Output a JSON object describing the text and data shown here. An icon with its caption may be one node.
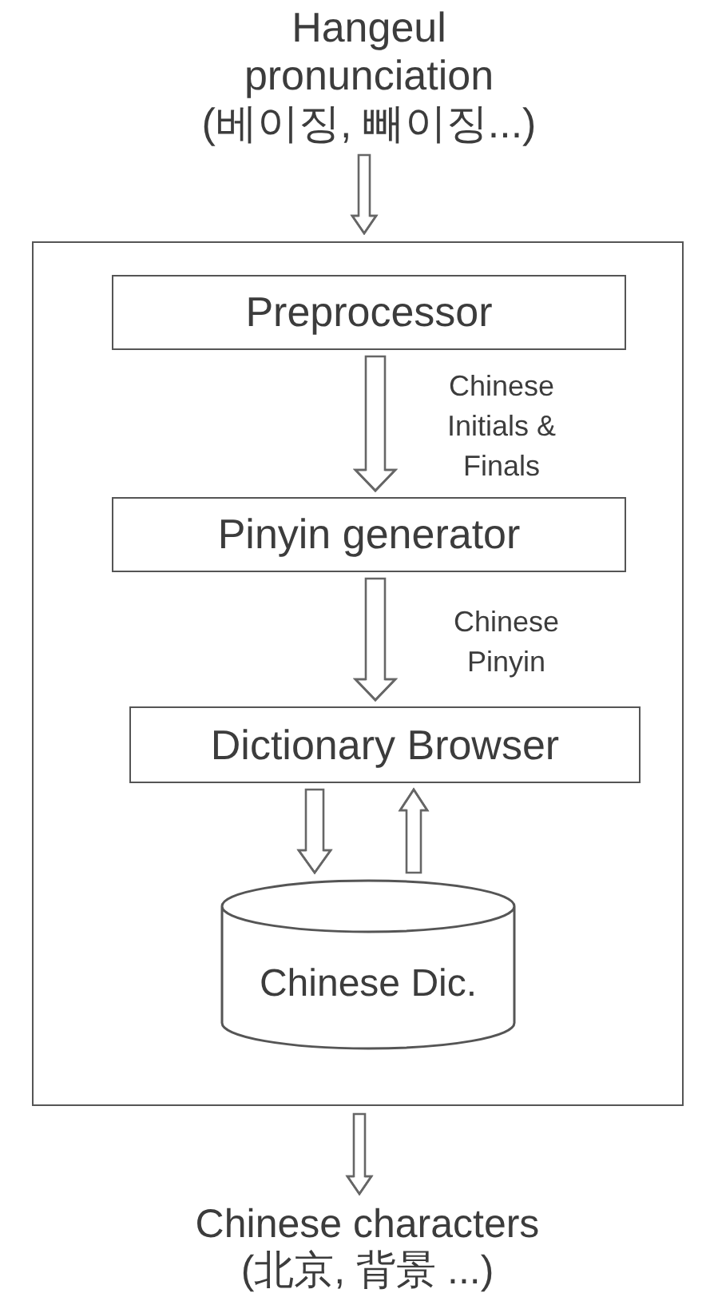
{
  "diagram": {
    "nodes": [
      {
        "text": [
          "Hangeul pronunciation",
          "(베이징, 빼이징...)"
        ]
      },
      {
        "text": [],
        "shape": "box"
      },
      {
        "text": [
          "Preprocessor"
        ],
        "in": 1
      },
      {
        "text": [
          "Pinyin generator"
        ],
        "in": 1
      },
      {
        "text": [
          "Dictionary Browser"
        ],
        "in": 1
      },
      {
        "text": [
          "Chinese Dic."
        ],
        "in": 1
      },
      {
        "text": [
          "Chinese characters",
          "(北京, 背景 ...)"
        ]
      }
    ],
    "edges": [
      {
        "from": 0,
        "to": 1,
        "arrow": "to"
      },
      {
        "from": 2,
        "to": 3,
        "arrow": "to",
        "label": "Chinese Initials & Finals"
      },
      {
        "from": 3,
        "to": 4,
        "arrow": "to",
        "label": "Chinese Pinyin"
      },
      {
        "from": 4,
        "to": 5,
        "arrow": "to"
      },
      {
        "from": 5,
        "to": 4,
        "arrow": "to"
      },
      {
        "from": 1,
        "to": 6,
        "arrow": "to"
      }
    ]
  }
}
